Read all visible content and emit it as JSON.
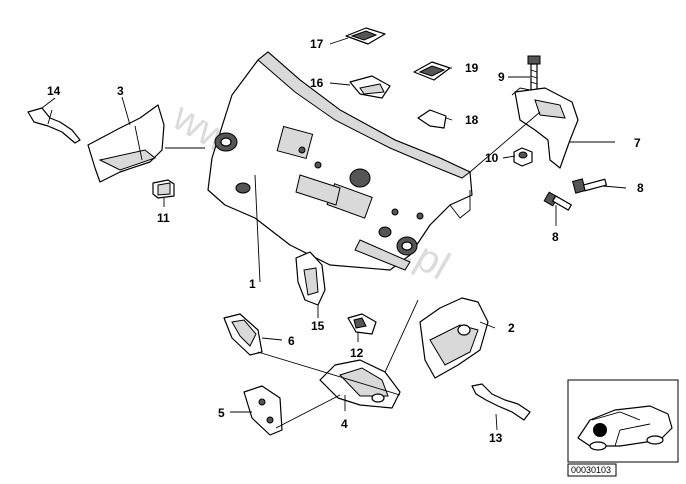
{
  "watermark": "www.bmwstore.pl",
  "reference_code": "00030103",
  "callouts": [
    {
      "id": "c1",
      "text": "1"
    },
    {
      "id": "c2",
      "text": "2"
    },
    {
      "id": "c3",
      "text": "3"
    },
    {
      "id": "c4",
      "text": "4"
    },
    {
      "id": "c5",
      "text": "5"
    },
    {
      "id": "c6",
      "text": "6"
    },
    {
      "id": "c7",
      "text": "7"
    },
    {
      "id": "c8a",
      "text": "8"
    },
    {
      "id": "c8b",
      "text": "8"
    },
    {
      "id": "c9",
      "text": "9"
    },
    {
      "id": "c10",
      "text": "10"
    },
    {
      "id": "c11",
      "text": "11"
    },
    {
      "id": "c12",
      "text": "12"
    },
    {
      "id": "c13",
      "text": "13"
    },
    {
      "id": "c14",
      "text": "14"
    },
    {
      "id": "c15",
      "text": "15"
    },
    {
      "id": "c16",
      "text": "16"
    },
    {
      "id": "c17",
      "text": "17"
    },
    {
      "id": "c18",
      "text": "18"
    },
    {
      "id": "c19",
      "text": "19"
    }
  ]
}
